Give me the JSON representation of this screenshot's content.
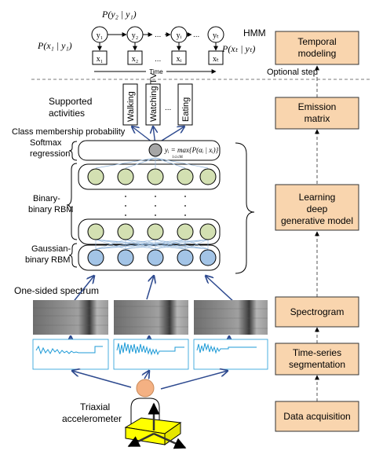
{
  "hmm": {
    "label": "HMM",
    "time_label": "Time",
    "ellipsis": "...",
    "transition_label": "P(y₂ | y₁)",
    "emission_left": "P(x₁ | y₁)",
    "emission_right": "P(xₜ | yₜ)",
    "states": [
      "y₁",
      "y₂",
      "yᵢ",
      "yₜ"
    ],
    "observations": [
      "x₁",
      "x₂",
      "xᵢ",
      "xₜ"
    ]
  },
  "optional_step": "Optional step",
  "activities": {
    "title_line1": "Supported",
    "title_line2": "activities",
    "items": [
      "Walking",
      "Watching TV",
      "Eating"
    ],
    "ellipsis": "..."
  },
  "class_membership": "Class membership probability",
  "layers": {
    "softmax_line1": "Softmax",
    "softmax_line2": "regression",
    "softmax_formula": "yᵢ = max{P(αᵢ | xᵢ)}",
    "softmax_formula_sub": "1≤i≤M",
    "binary_line1": "Binary-",
    "binary_line2": "binary RBM",
    "gaussian_line1": "Gaussian-",
    "gaussian_line2": "binary RBM"
  },
  "spectrum_label": "One-sided spectrum",
  "sensor": {
    "line1": "Triaxial",
    "line2": "accelerometer"
  },
  "pipeline": [
    "Temporal modeling",
    "Emission matrix",
    "Learning deep generative model",
    "Spectrogram",
    "Time-series segmentation",
    "Data acquisition"
  ],
  "colors": {
    "pipeline_box": "#f9d5ae",
    "rbm_green": "#d3e0b2",
    "rbm_blue": "#a3c4e6",
    "softmax_node": "#a6a6a6",
    "arrow_blue": "#2e4a8f",
    "signal_blue": "#1f9bd7",
    "sensor_yellow": "#ffff00"
  }
}
